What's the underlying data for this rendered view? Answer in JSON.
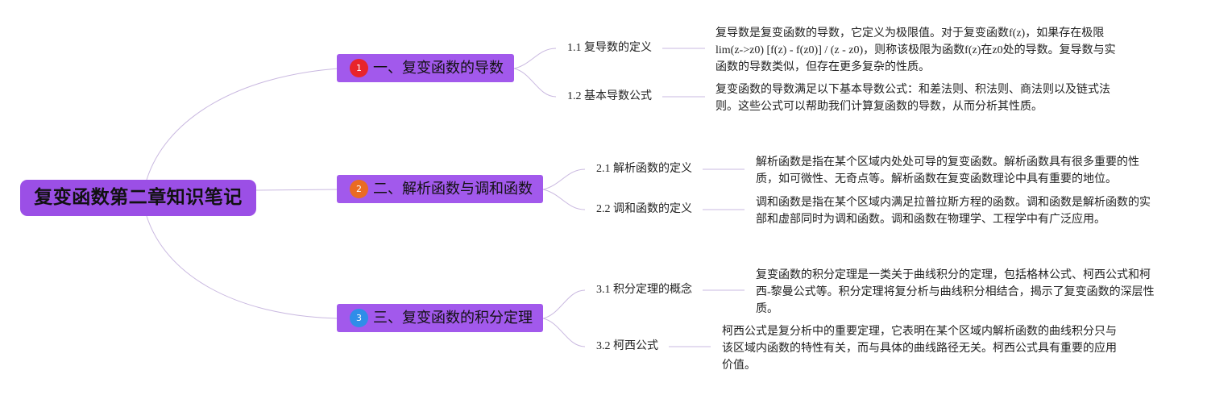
{
  "root": {
    "title": "复变函数第二章知识笔记"
  },
  "colors": {
    "root_fill": "#9b4fe6",
    "branch_fill": "#a259ec",
    "connector": "#c9b8e0",
    "badge_1": "#e8242b",
    "badge_2": "#ea6b23",
    "badge_3": "#2f8de8"
  },
  "branches": [
    {
      "badge": "1",
      "label": "一、复变函数的导数",
      "topics": [
        {
          "label": "1.1 复导数的定义",
          "desc_lines": [
            "复导数是复变函数的导数，它定义为极限值。对于复变函数f(z)，如果存在极限",
            "lim(z->z0) [f(z) - f(z0)] / (z - z0)，则称该极限为函数f(z)在z0处的导数。复导数与实",
            "函数的导数类似，但存在更多复杂的性质。"
          ]
        },
        {
          "label": "1.2 基本导数公式",
          "desc_lines": [
            "复变函数的导数满足以下基本导数公式：和差法则、积法则、商法则以及链式法",
            "则。这些公式可以帮助我们计算复函数的导数，从而分析其性质。"
          ]
        }
      ]
    },
    {
      "badge": "2",
      "label": "二、解析函数与调和函数",
      "topics": [
        {
          "label": "2.1 解析函数的定义",
          "desc_lines": [
            "解析函数是指在某个区域内处处可导的复变函数。解析函数具有很多重要的性",
            "质，如可微性、无奇点等。解析函数在复变函数理论中具有重要的地位。"
          ]
        },
        {
          "label": "2.2 调和函数的定义",
          "desc_lines": [
            "调和函数是指在某个区域内满足拉普拉斯方程的函数。调和函数是解析函数的实",
            "部和虚部同时为调和函数。调和函数在物理学、工程学中有广泛应用。"
          ]
        }
      ]
    },
    {
      "badge": "3",
      "label": "三、复变函数的积分定理",
      "topics": [
        {
          "label": "3.1 积分定理的概念",
          "desc_lines": [
            "复变函数的积分定理是一类关于曲线积分的定理，包括格林公式、柯西公式和柯",
            "西-黎曼公式等。积分定理将复分析与曲线积分相结合，揭示了复变函数的深层性",
            "质。"
          ]
        },
        {
          "label": "3.2 柯西公式",
          "desc_lines": [
            "柯西公式是复分析中的重要定理，它表明在某个区域内解析函数的曲线积分只与",
            "该区域内函数的特性有关，而与具体的曲线路径无关。柯西公式具有重要的应用",
            "价值。"
          ]
        }
      ]
    }
  ]
}
